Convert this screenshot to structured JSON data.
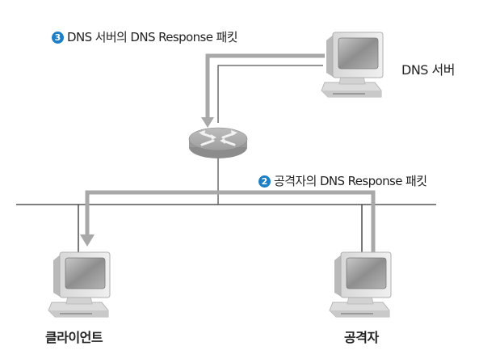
{
  "colors": {
    "badge": "#1e7fc6",
    "packet_path": "#a8a8a8",
    "wire": "#333333",
    "device_body": "#e6e6e6",
    "screen": "#9a9a9a"
  },
  "annotations": [
    {
      "id": "step3",
      "number": "3",
      "text": "DNS 서버의 DNS Response 패킷"
    },
    {
      "id": "step2",
      "number": "2",
      "text": "공격자의 DNS Response 패킷"
    }
  ],
  "nodes": {
    "dns_server": {
      "label": "DNS 서버",
      "icon": "computer-icon"
    },
    "router": {
      "label": "",
      "icon": "router-icon"
    },
    "client": {
      "label": "클라이언트",
      "icon": "computer-icon"
    },
    "attacker": {
      "label": "공격자",
      "icon": "computer-icon"
    }
  },
  "edges": [
    {
      "from": "dns_server",
      "to": "router",
      "kind": "wire"
    },
    {
      "from": "router",
      "to": "bus",
      "kind": "wire"
    },
    {
      "from": "bus",
      "to": "client",
      "kind": "wire"
    },
    {
      "from": "bus",
      "to": "attacker",
      "kind": "wire"
    },
    {
      "from": "dns_server",
      "to": "router",
      "kind": "packet-flow",
      "annotation": "step3"
    },
    {
      "from": "attacker",
      "to": "client",
      "kind": "packet-flow",
      "annotation": "step2"
    }
  ]
}
